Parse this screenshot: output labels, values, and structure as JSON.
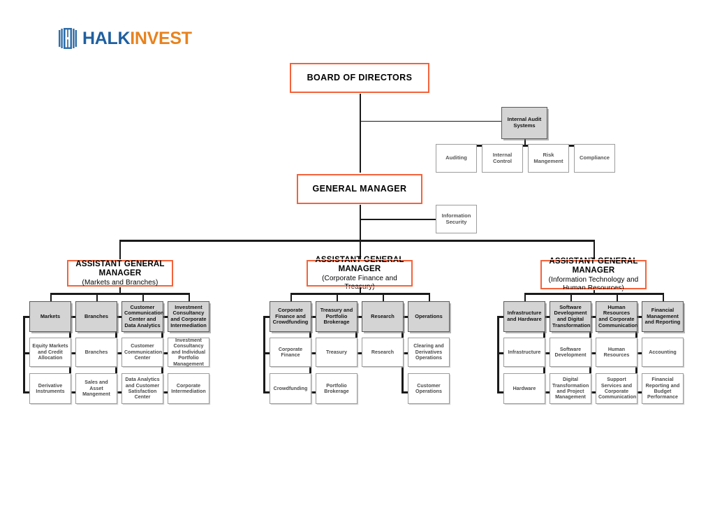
{
  "brand": {
    "name_part1": "HALK",
    "name_part2": "INVEST",
    "color_primary": "#1F5FA0",
    "color_accent": "#E8821E",
    "mark_icon": "halk-logo-mark-icon"
  },
  "theme": {
    "exec_border": "#F4623A",
    "dept_fill": "#D4D4D4",
    "dept_border": "#595959",
    "unit_border": "#9C9C9C",
    "line_color": "#1A1A1A"
  },
  "chart_title": "",
  "nodes": {
    "board": {
      "title": "BOARD OF DIRECTORS"
    },
    "general_manager": {
      "title": "GENERAL MANAGER"
    },
    "internal_audit": {
      "title": "Internal Audit Systems",
      "children": [
        {
          "title": "Auditing"
        },
        {
          "title": "Internal Control"
        },
        {
          "title": "Risk Mangement"
        },
        {
          "title": "Compliance"
        }
      ]
    },
    "information_security": {
      "title": "Information Security"
    },
    "agm1": {
      "title": "ASSISTANT GENERAL MANAGER",
      "subtitle": "(Markets and Branches)",
      "departments": [
        {
          "title": "Markets",
          "units": [
            {
              "title": "Equity Markets and Credit Allocation"
            },
            {
              "title": "Derivative Instruments"
            }
          ]
        },
        {
          "title": "Branches",
          "units": [
            {
              "title": "Branches"
            },
            {
              "title": "Sales and Asset Mangement"
            }
          ]
        },
        {
          "title": "Customer Communication Center and Data Analytics",
          "units": [
            {
              "title": "Customer Communication Center"
            },
            {
              "title": "Data Analytics and Customer Satisfaction Center"
            }
          ]
        },
        {
          "title": "Investment Consultancy and Corporate Intermediation",
          "units": [
            {
              "title": "Investment Consultancy and Individual Portfolio Management"
            },
            {
              "title": "Corporate Intermediation"
            }
          ]
        }
      ]
    },
    "agm2": {
      "title": "ASSISTANT GENERAL MANAGER",
      "subtitle": "(Corporate Finance and Treasury)",
      "departments": [
        {
          "title": "Corporate Finance and Crowdfunding",
          "units": [
            {
              "title": "Corporate Finance"
            },
            {
              "title": "Crowdfunding"
            }
          ]
        },
        {
          "title": "Treasury and Portfolio Brokerage",
          "units": [
            {
              "title": "Treasury"
            },
            {
              "title": "Portfolio Brokerage"
            }
          ]
        },
        {
          "title": "Research",
          "units": [
            {
              "title": "Research"
            }
          ]
        },
        {
          "title": "Operations",
          "units": [
            {
              "title": "Clearing and Derivatives Operations"
            },
            {
              "title": "Customer Operations"
            }
          ]
        }
      ]
    },
    "agm3": {
      "title": "ASSISTANT GENERAL MANAGER",
      "subtitle": "(Information Technology and Human Resources)",
      "departments": [
        {
          "title": "Infrastructure and Hardware",
          "units": [
            {
              "title": "Infrastructure"
            },
            {
              "title": "Hardware"
            }
          ]
        },
        {
          "title": "Software Development and Digital Transformation",
          "units": [
            {
              "title": "Software Development"
            },
            {
              "title": "Digital Transformation and Project Management"
            }
          ]
        },
        {
          "title": "Human Resources and Corporate Communication",
          "units": [
            {
              "title": "Human Resources"
            },
            {
              "title": "Support Services and Corporate Communication"
            }
          ]
        },
        {
          "title": "Financial Management and Reporting",
          "units": [
            {
              "title": "Accounting"
            },
            {
              "title": "Financial Reporting and Budget Performance"
            }
          ]
        }
      ]
    }
  }
}
